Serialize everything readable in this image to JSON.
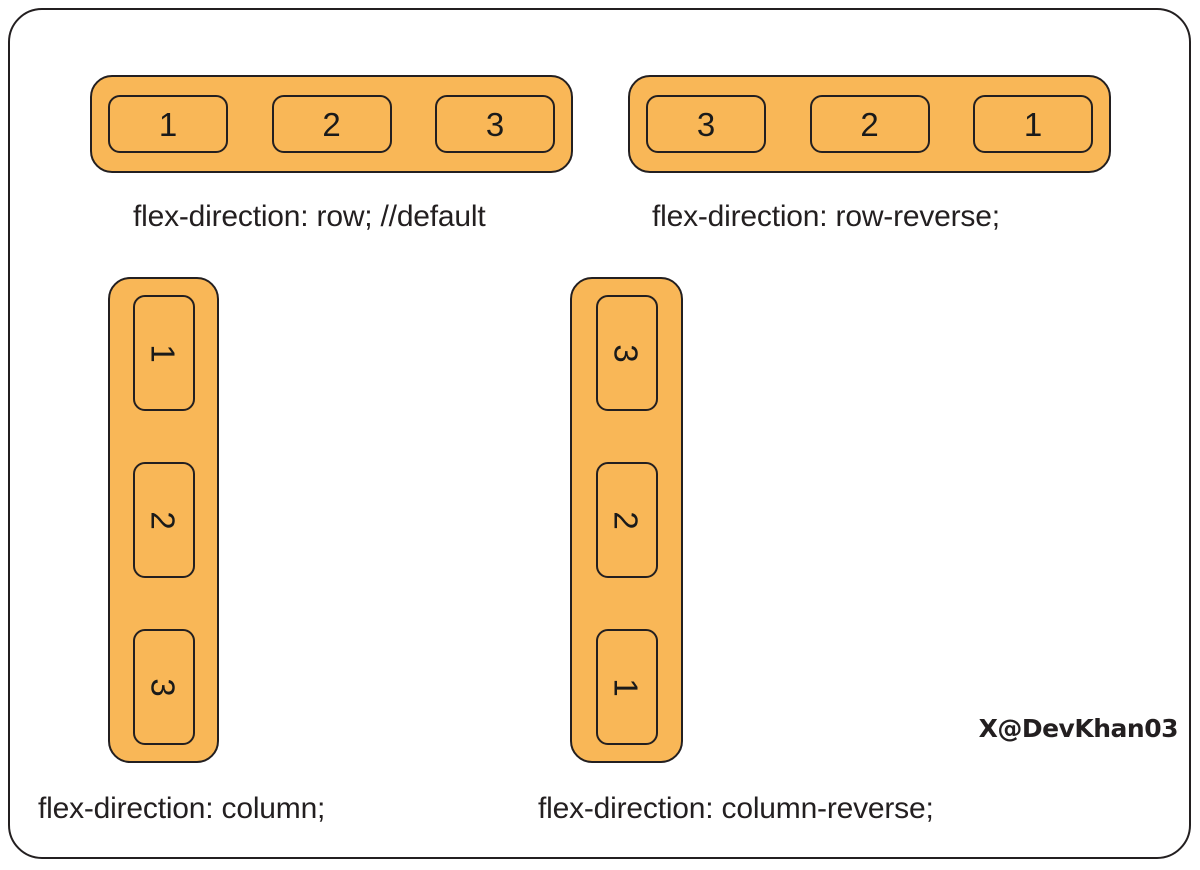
{
  "meta": {
    "title": "CSS flex-direction illustration",
    "watermark": "X@DevKhan03"
  },
  "colors": {
    "container_fill": "#f9b757",
    "item_fill": "#f9b757",
    "stroke": "#231f20",
    "background": "#ffffff",
    "text": "#231f20"
  },
  "examples": [
    {
      "id": "row",
      "caption": "flex-direction: row; //default",
      "direction": "row",
      "items": [
        "1",
        "2",
        "3"
      ],
      "item_orientation": "upright"
    },
    {
      "id": "row-reverse",
      "caption": "flex-direction: row-reverse;",
      "direction": "row",
      "items": [
        "3",
        "2",
        "1"
      ],
      "item_orientation": "upright"
    },
    {
      "id": "column",
      "caption": "flex-direction: column;",
      "direction": "column",
      "items": [
        "1",
        "2",
        "3"
      ],
      "item_orientation": "rotated-90"
    },
    {
      "id": "column-reverse",
      "caption": "flex-direction: column-reverse;",
      "direction": "column",
      "items": [
        "3",
        "2",
        "1"
      ],
      "item_orientation": "rotated-90"
    }
  ]
}
